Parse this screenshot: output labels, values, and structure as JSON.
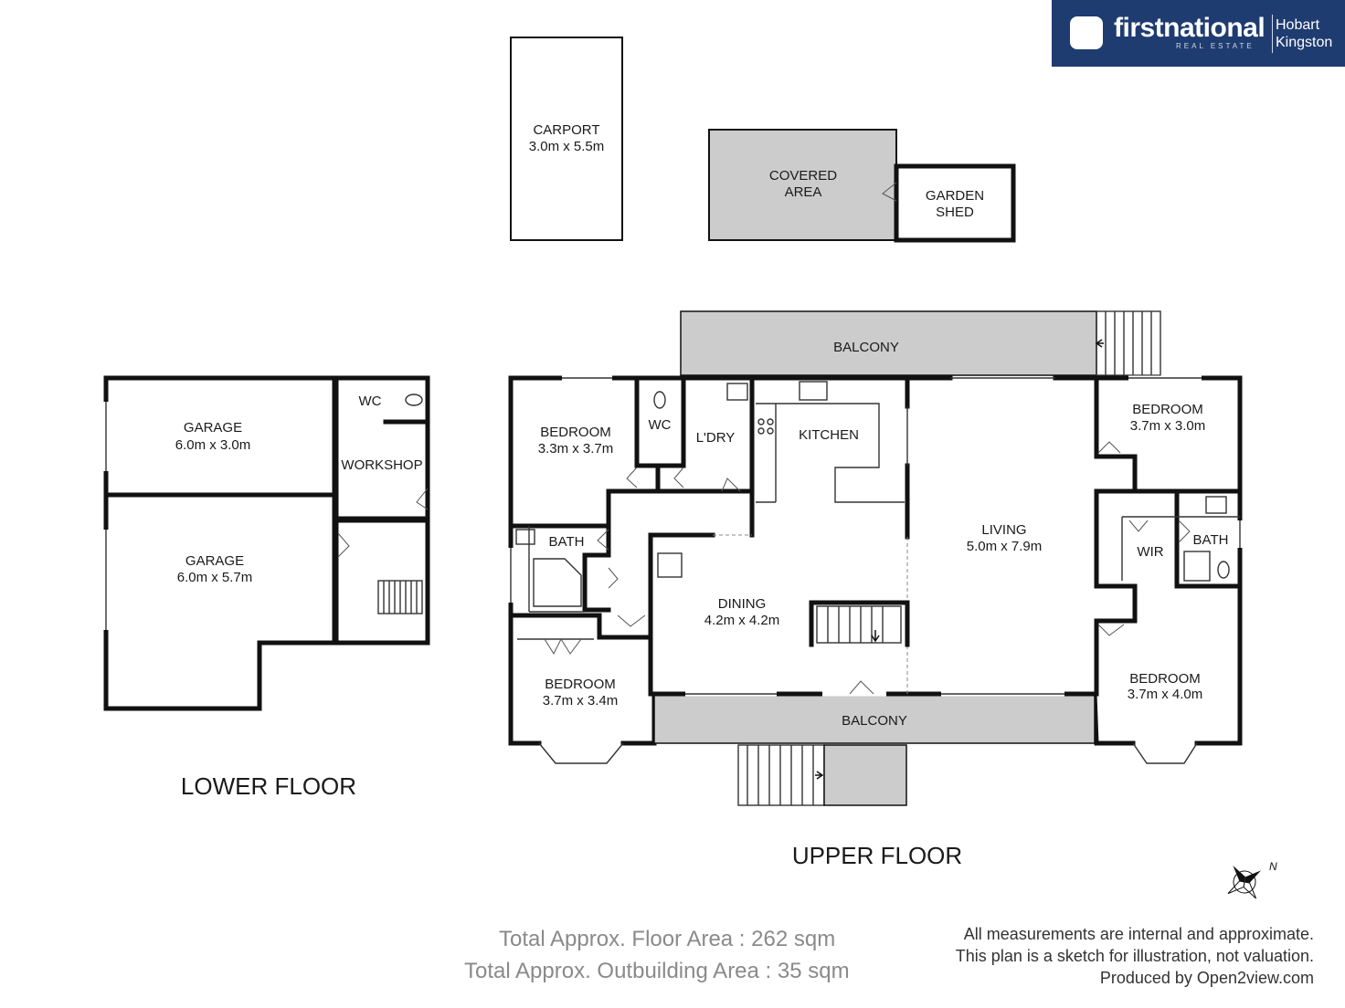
{
  "brand": {
    "name": "firstnational",
    "tagline": "REAL ESTATE",
    "office_line1": "Hobart",
    "office_line2": "Kingston",
    "color": "#1f3c70"
  },
  "outbuildings": {
    "carport": {
      "name": "CARPORT",
      "size": "3.0m x 5.5m"
    },
    "covered_area": {
      "line1": "COVERED",
      "line2": "AREA"
    },
    "garden_shed": {
      "line1": "GARDEN",
      "line2": "SHED"
    }
  },
  "lower_floor": {
    "title": "LOWER FLOOR",
    "garage1": {
      "name": "GARAGE",
      "size": "6.0m x 3.0m"
    },
    "garage2": {
      "name": "GARAGE",
      "size": "6.0m x 5.7m"
    },
    "wc": "WC",
    "workshop": "WORKSHOP"
  },
  "upper_floor": {
    "title": "UPPER FLOOR",
    "balcony_top": "BALCONY",
    "balcony_bottom": "BALCONY",
    "bedroom_nw": {
      "name": "BEDROOM",
      "size": "3.3m x 3.7m"
    },
    "wc": "WC",
    "laundry": "L'DRY",
    "kitchen": "KITCHEN",
    "bath_left": "BATH",
    "dining": {
      "name": "DINING",
      "size": "4.2m x 4.2m"
    },
    "bedroom_sw": {
      "name": "BEDROOM",
      "size": "3.7m x 3.4m"
    },
    "living": {
      "name": "LIVING",
      "size": "5.0m x 7.9m"
    },
    "bedroom_ne": {
      "name": "BEDROOM",
      "size": "3.7m x 3.0m"
    },
    "wir": "WIR",
    "bath_right": "BATH",
    "bedroom_se": {
      "name": "BEDROOM",
      "size": "3.7m x 4.0m"
    }
  },
  "compass": {
    "north_label": "N"
  },
  "totals": {
    "floor_area": "Total Approx. Floor Area : 262 sqm",
    "outbuilding_area": "Total Approx. Outbuilding Area : 35 sqm"
  },
  "disclaimer": {
    "line1": "All measurements are internal and approximate.",
    "line2": "This plan is a sketch for illustration, not valuation.",
    "line3": "Produced by Open2view.com"
  },
  "colors": {
    "shaded": "#cccccc",
    "wall": "#111111"
  }
}
